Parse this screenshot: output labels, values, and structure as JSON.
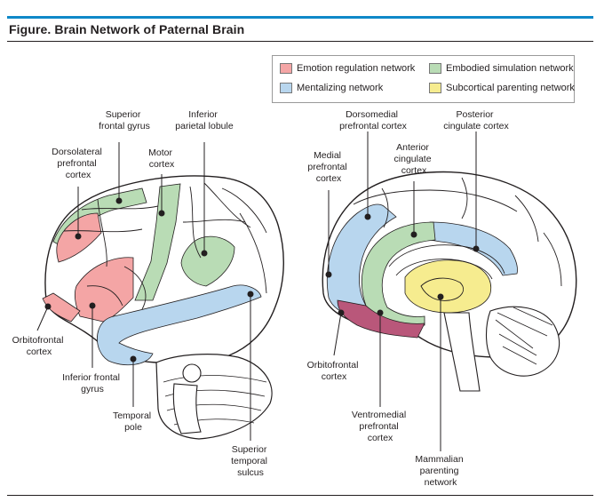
{
  "figure": {
    "title": "Figure. Brain Network of Paternal Brain"
  },
  "legend": [
    {
      "label": "Emotion regulation network",
      "color": "#f4a5a5"
    },
    {
      "label": "Embodied simulation network",
      "color": "#b9dcb5"
    },
    {
      "label": "Mentalizing network",
      "color": "#b8d6ee"
    },
    {
      "label": "Subcortical parenting network",
      "color": "#f6ec8f"
    }
  ],
  "lateral_labels": {
    "superior_frontal_gyrus": [
      "Superior",
      "frontal gyrus"
    ],
    "inferior_parietal_lobule": [
      "Inferior",
      "parietal lobule"
    ],
    "dorsolateral_prefrontal_cortex": [
      "Dorsolateral",
      "prefrontal",
      "cortex"
    ],
    "motor_cortex": [
      "Motor",
      "cortex"
    ],
    "orbitofrontal_cortex": [
      "Orbitofrontal",
      "cortex"
    ],
    "inferior_frontal_gyrus": [
      "Inferior frontal",
      "gyrus"
    ],
    "temporal_pole": [
      "Temporal",
      "pole"
    ],
    "superior_temporal_sulcus": [
      "Superior",
      "temporal",
      "sulcus"
    ]
  },
  "medial_labels": {
    "dorsomedial_prefrontal_cortex": [
      "Dorsomedial",
      "prefrontal cortex"
    ],
    "posterior_cingulate_cortex": [
      "Posterior",
      "cingulate cortex"
    ],
    "medial_prefrontal_cortex": [
      "Medial",
      "prefrontal",
      "cortex"
    ],
    "anterior_cingulate_cortex": [
      "Anterior",
      "cingulate",
      "cortex"
    ],
    "orbitofrontal_cortex": [
      "Orbitofrontal",
      "cortex"
    ],
    "ventromedial_prefrontal_cortex": [
      "Ventromedial",
      "prefrontal",
      "cortex"
    ],
    "mammalian_parenting_network": [
      "Mammalian",
      "parenting",
      "network"
    ]
  }
}
